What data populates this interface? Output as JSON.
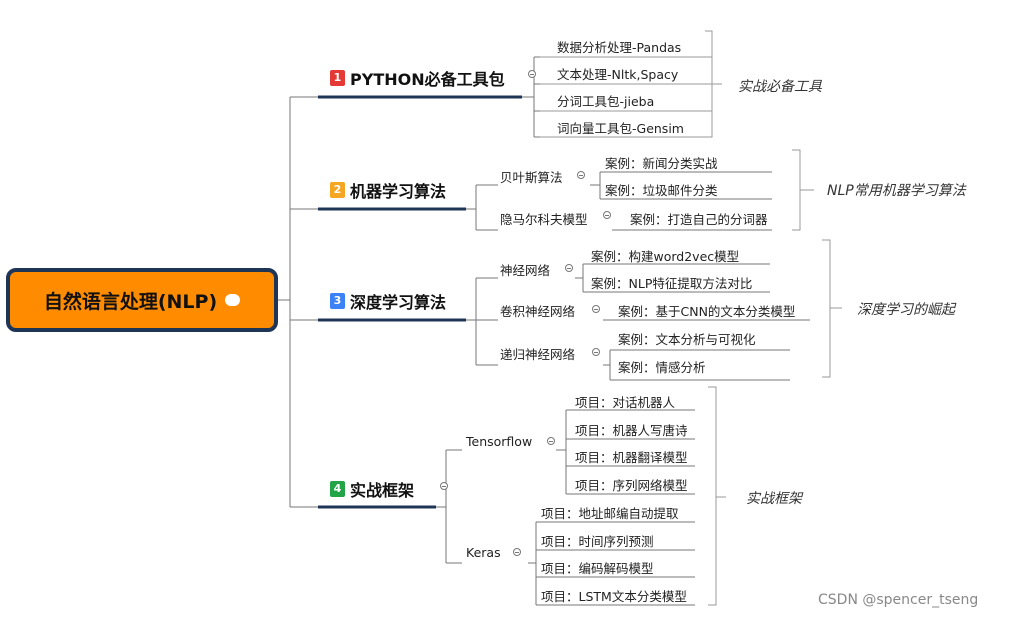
{
  "root": {
    "title": "自然语言处理(NLP)"
  },
  "branches": [
    {
      "num": "1",
      "label": "PYTHON必备工具包",
      "badge_color": "#e53935",
      "items": [
        "数据分析处理-Pandas",
        "文本处理-Nltk,Spacy",
        "分词工具包-jieba",
        "词向量工具包-Gensim"
      ],
      "summary": "实战必备工具"
    },
    {
      "num": "2",
      "label": "机器学习算法",
      "badge_color": "#f5a623",
      "subs": [
        {
          "label": "贝叶斯算法",
          "items": [
            "案例：新闻分类实战",
            "案例：垃圾邮件分类"
          ]
        },
        {
          "label": "隐马尔科夫模型",
          "items": [
            "案例：打造自己的分词器"
          ]
        }
      ],
      "summary": "NLP常用机器学习算法"
    },
    {
      "num": "3",
      "label": "深度学习算法",
      "badge_color": "#3b82f6",
      "subs": [
        {
          "label": "神经网络",
          "items": [
            "案例：构建word2vec模型",
            "案例：NLP特征提取方法对比"
          ]
        },
        {
          "label": "卷积神经网络",
          "items": [
            "案例：基于CNN的文本分类模型"
          ]
        },
        {
          "label": "递归神经网络",
          "items": [
            "案例：文本分析与可视化",
            "案例：情感分析"
          ]
        }
      ],
      "summary": "深度学习的崛起"
    },
    {
      "num": "4",
      "label": "实战框架",
      "badge_color": "#22a447",
      "subs": [
        {
          "label": "Tensorflow",
          "items": [
            "项目：对话机器人",
            "项目：机器人写唐诗",
            "项目：机器翻译模型",
            "项目：序列网络模型"
          ]
        },
        {
          "label": "Keras",
          "items": [
            "项目：地址邮编自动提取",
            "项目：时间序列预测",
            "项目：编码解码模型",
            "项目：LSTM文本分类模型"
          ]
        }
      ],
      "summary": "实战框架"
    }
  ],
  "watermark": "CSDN @spencer_tseng",
  "colors": {
    "root_fill": "#ff8c00",
    "root_border": "#1f3556",
    "line": "#777777",
    "branch_underline": "#1f3556"
  }
}
